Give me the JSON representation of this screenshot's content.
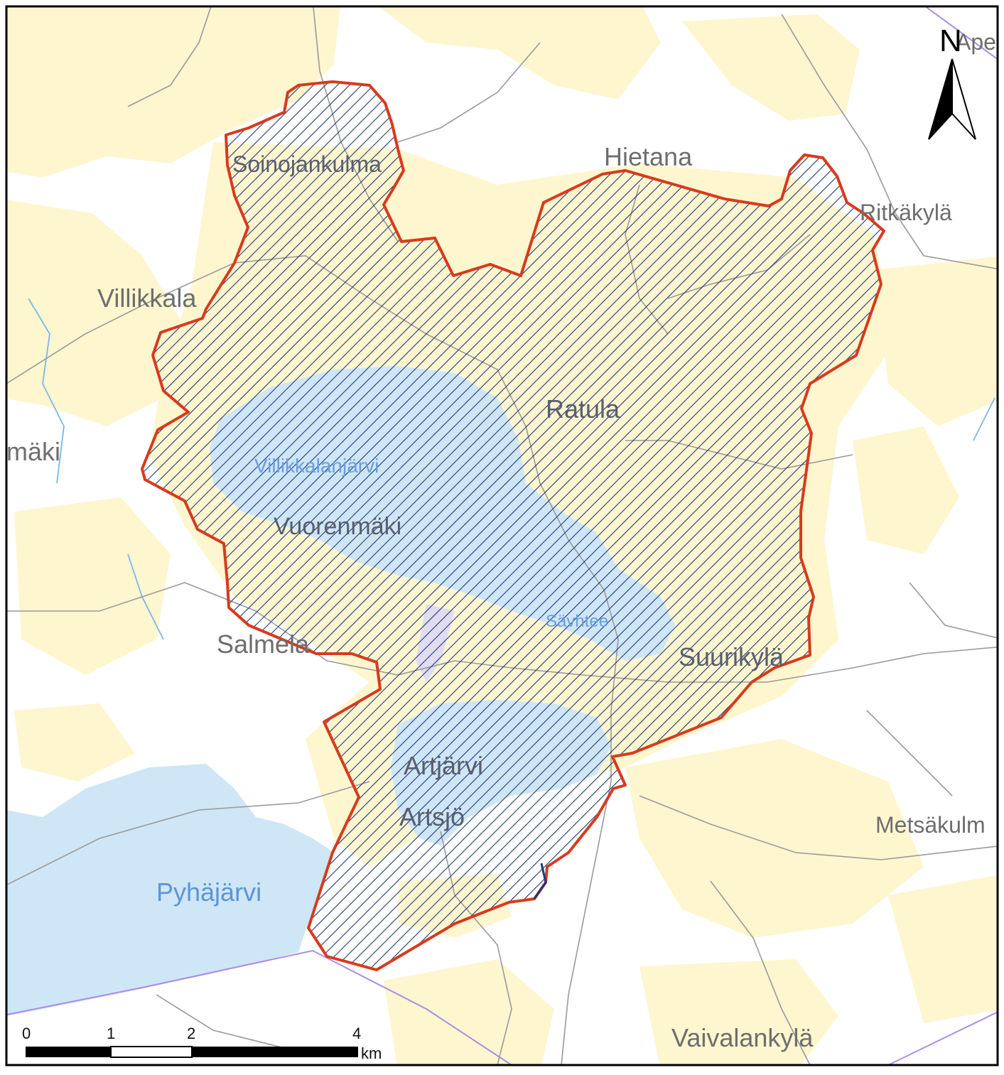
{
  "map": {
    "colors": {
      "background": "#ffffff",
      "field": "#fef6cf",
      "water": "#cfe6f6",
      "hatch": "#1f3a7a",
      "boundary": "#d83a1e",
      "border_line": "#a98ee6",
      "road": "#9a9a9a"
    },
    "places": {
      "hietana": "Hietana",
      "ritkakyla": "Ritkäkylä",
      "ape": "Ape",
      "villikkala": "Villikkala",
      "maki": "mäki",
      "salmela": "Salmela",
      "metsakulm": "Metsäkulm",
      "vaivalankyla": "Vaivalankylä"
    },
    "area_places": {
      "soinojankulma": "Soinojankulma",
      "ratula": "Ratula",
      "vuorenmaki": "Vuorenmäki",
      "suurikyla": "Suurikylä",
      "artjarvi": "Artjärvi",
      "artsjo": "Artsjö"
    },
    "water_names": {
      "pyhajarvi": "Pyhäjärvi",
      "villikkalanjarvi": "Villikkalanjärvi",
      "savhtee": "Sävhtee"
    },
    "north_arrow": {
      "label": "N",
      "icon": "north-arrow-icon"
    },
    "scale_bar": {
      "ticks": [
        "0",
        "1",
        "2",
        "4"
      ],
      "unit": "km"
    }
  }
}
